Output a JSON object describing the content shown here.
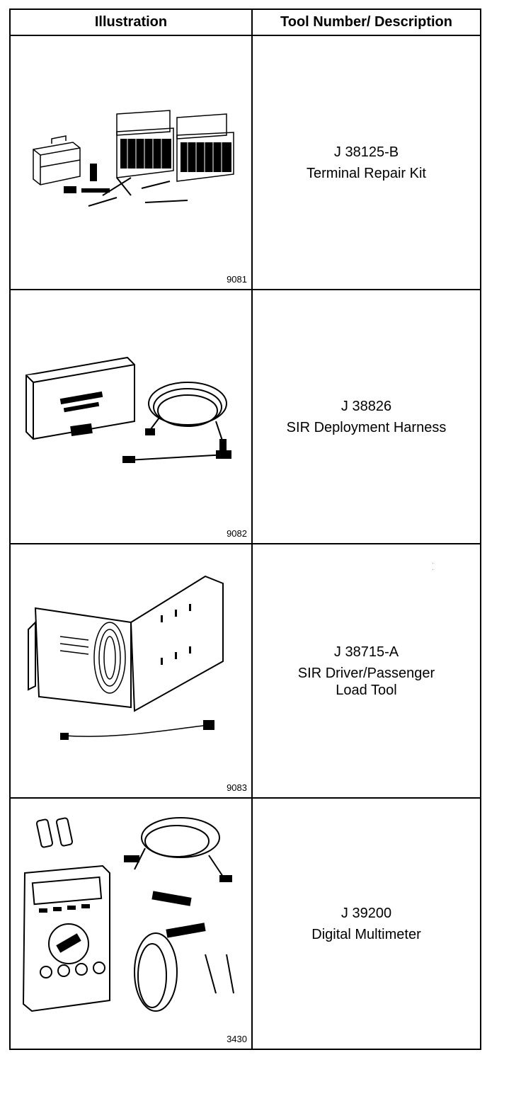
{
  "table": {
    "headers": {
      "illustration": "Illustration",
      "description": "Tool Number/ Description"
    },
    "rows": [
      {
        "tool_number": "J 38125-B",
        "description": "Terminal Repair Kit",
        "figure": "9081",
        "icon": "tool-kit-illustration"
      },
      {
        "tool_number": "J 38826",
        "description": "SIR Deployment Harness",
        "figure": "9082",
        "icon": "harness-case-illustration"
      },
      {
        "tool_number": "J 38715-A",
        "description_lines": [
          "SIR Driver/Passenger",
          "Load Tool"
        ],
        "figure": "9083",
        "icon": "load-tool-case-illustration"
      },
      {
        "tool_number": "J 39200",
        "description": "Digital Multimeter",
        "figure": "3430",
        "icon": "multimeter-illustration"
      }
    ]
  }
}
